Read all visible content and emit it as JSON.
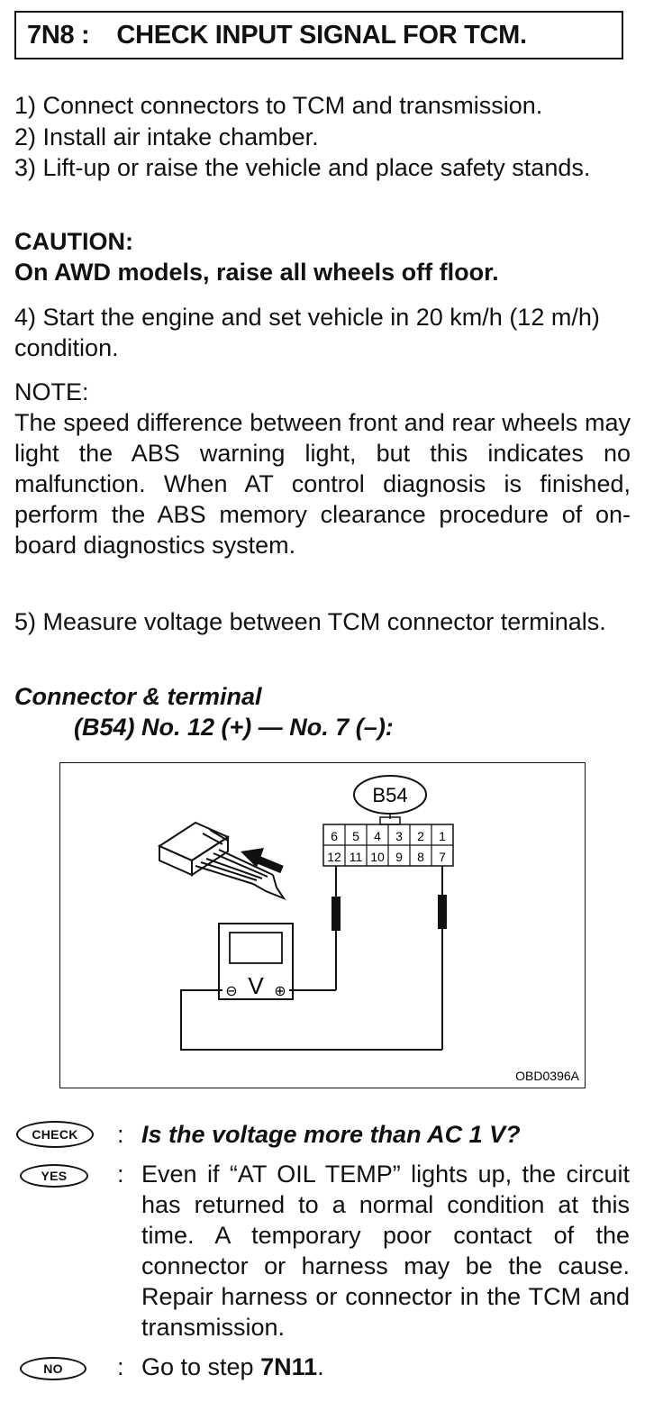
{
  "title": {
    "code": "7N8 :",
    "text": "CHECK INPUT SIGNAL FOR TCM."
  },
  "steps": {
    "s1": "1)  Connect connectors to TCM and transmission.",
    "s2": "2)  Install air intake chamber.",
    "s3": "3)  Lift-up or raise the vehicle and place safety stands.",
    "s4": "4)  Start the engine and set vehicle in 20 km/h (12 m/h) condition.",
    "s5": "5)  Measure voltage between TCM connector terminals."
  },
  "caution": {
    "label": "CAUTION:",
    "text": "On AWD models, raise all wheels off floor."
  },
  "note": {
    "label": "NOTE:",
    "text": "The speed difference between front and rear wheels may light the ABS warning light, but this indicates no malfunction. When AT control diagnosis is finished, perform the ABS memory clearance procedure of on-board diagnostics system."
  },
  "connector": {
    "heading": "Connector & terminal",
    "spec": "(B54) No. 12 (+) — No. 7 (–):"
  },
  "figure": {
    "connector_name": "B54",
    "pins_top": [
      "6",
      "5",
      "4",
      "3",
      "2",
      "1"
    ],
    "pins_bottom": [
      "12",
      "11",
      "10",
      "9",
      "8",
      "7"
    ],
    "meter_symbol": "V",
    "minus": "⊖",
    "plus": "⊕",
    "figure_id": "OBD0396A"
  },
  "check": {
    "badge": "CHECK",
    "colon": ":",
    "question": "Is the voltage more than AC 1 V?"
  },
  "yes": {
    "badge": "YES",
    "colon": ":",
    "text": "Even if “AT OIL TEMP” lights up, the circuit has returned to a normal condition at this time. A temporary poor contact of the connector or harness may be the cause. Repair harness or connector in the TCM and transmission."
  },
  "no": {
    "badge": "NO",
    "colon": ":",
    "prefix": "Go to step ",
    "step": "7N11",
    "suffix": "."
  }
}
